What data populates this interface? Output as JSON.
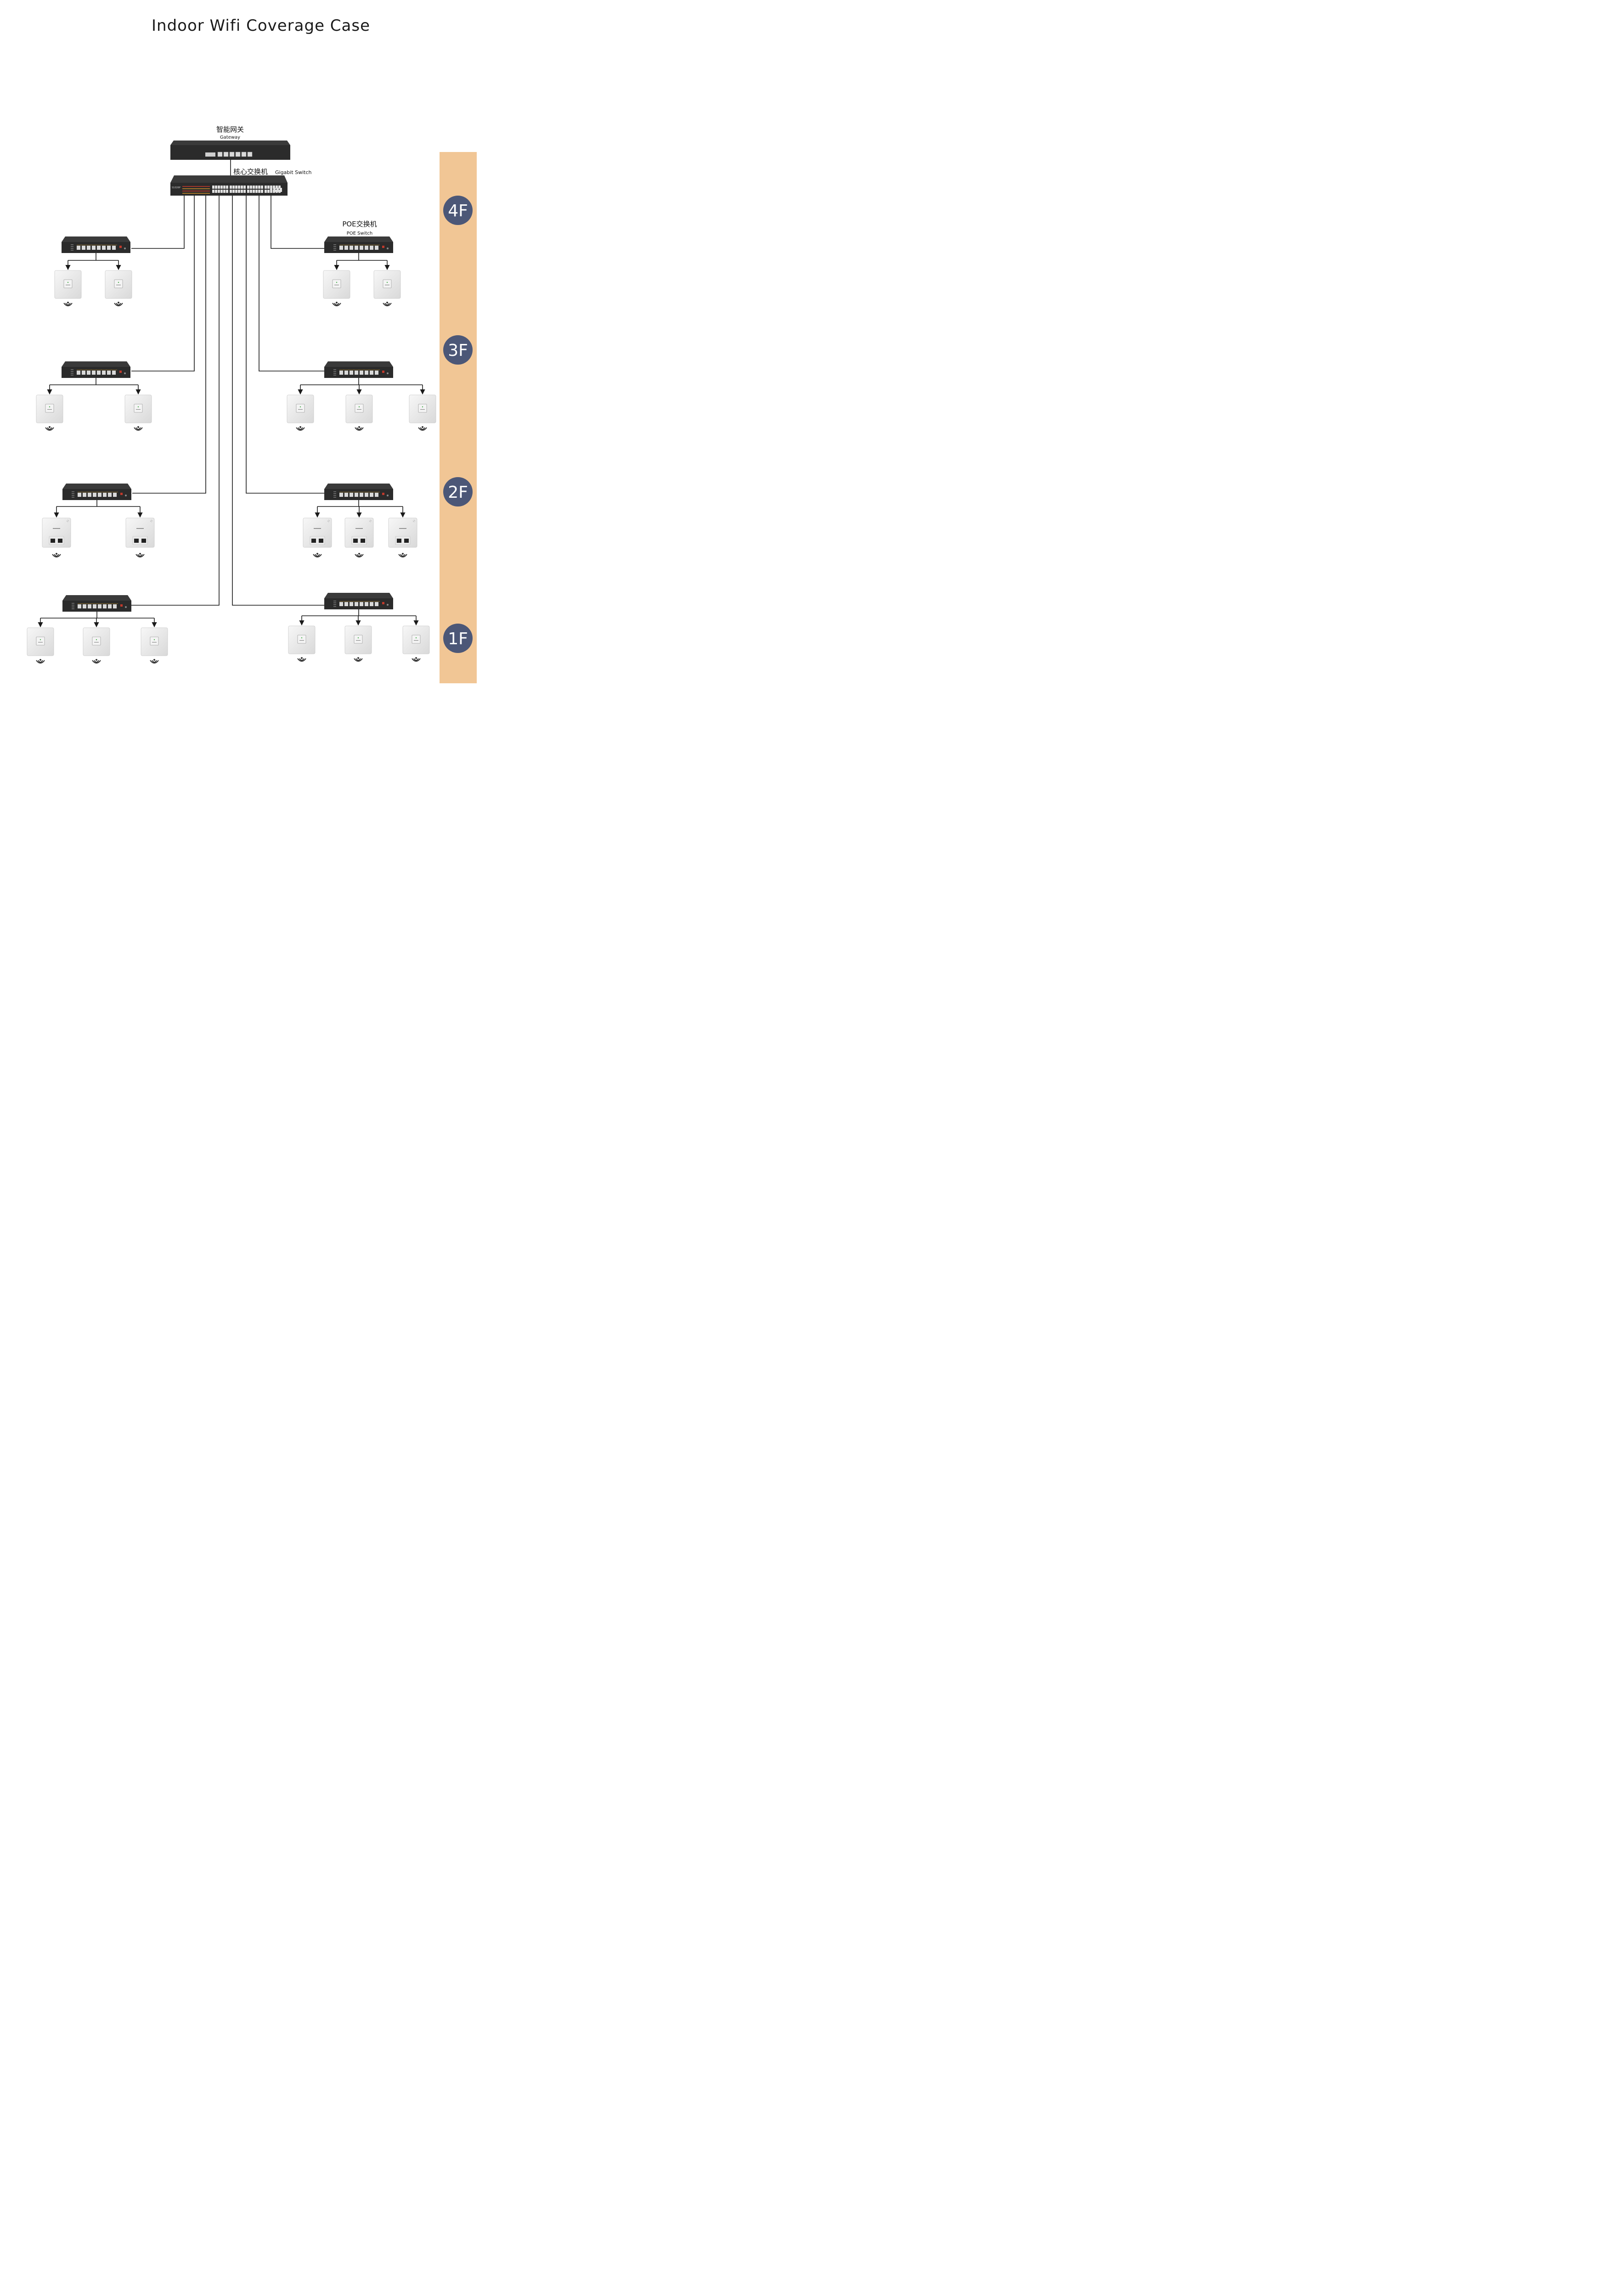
{
  "title": "Indoor Wifi Coverage Case",
  "gateway": {
    "label_cn": "智能网关",
    "label_en": "Gateway"
  },
  "core_switch": {
    "label_cn": "核心交换机",
    "label_en": "Gigabit Switch",
    "model": "S1026P"
  },
  "poe_switch_label": {
    "label_cn": "POE交换机",
    "label_en": "POE Switch"
  },
  "floors": [
    "4F",
    "3F",
    "2F",
    "1F"
  ],
  "colors": {
    "floor_bar": "#f1c695",
    "floor_badge": "#4c5777",
    "device": "#2b2b2b",
    "ap": "#ececec"
  },
  "floor_nodes": [
    {
      "floor": "4F",
      "side": "left",
      "ap_type": "ceiling",
      "ap_count": 2
    },
    {
      "floor": "4F",
      "side": "right",
      "ap_type": "ceiling",
      "ap_count": 2
    },
    {
      "floor": "3F",
      "side": "left",
      "ap_type": "ceiling",
      "ap_count": 2
    },
    {
      "floor": "3F",
      "side": "right",
      "ap_type": "ceiling",
      "ap_count": 3
    },
    {
      "floor": "2F",
      "side": "left",
      "ap_type": "panel",
      "ap_count": 2
    },
    {
      "floor": "2F",
      "side": "right",
      "ap_type": "panel",
      "ap_count": 3
    },
    {
      "floor": "1F",
      "side": "left",
      "ap_type": "ceiling",
      "ap_count": 3
    },
    {
      "floor": "1F",
      "side": "right",
      "ap_type": "ceiling",
      "ap_count": 3
    }
  ]
}
